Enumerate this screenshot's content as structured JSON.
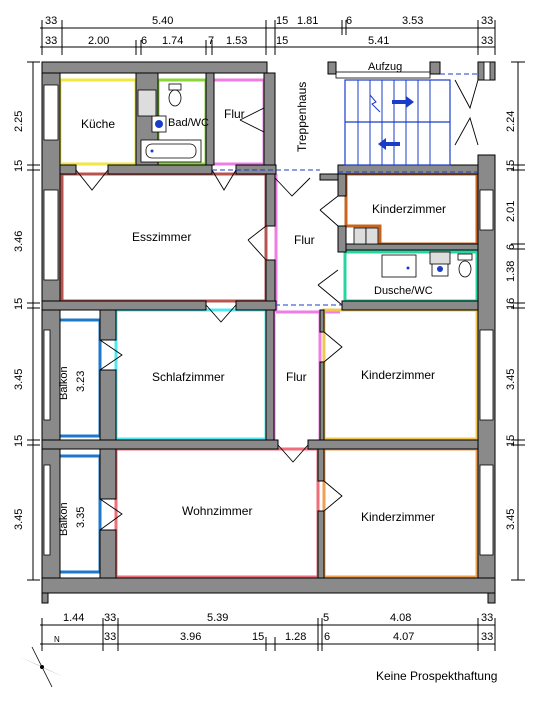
{
  "dimensions": {
    "top_row1": [
      "33",
      "5.40",
      "15",
      "1.81",
      "6",
      "3.53",
      "33"
    ],
    "top_row2": [
      "33",
      "2.00",
      "6",
      "1.74",
      "7",
      "1.53",
      "15",
      "5.41",
      "33"
    ],
    "left": [
      "2.25",
      "15",
      "3.46",
      "15",
      "3.45",
      "15",
      "3.45"
    ],
    "right": [
      "2.24",
      "15",
      "2.01",
      "6",
      "1.38",
      "16",
      "3.45",
      "15",
      "3.45"
    ],
    "bottom_row1": [
      "1.44",
      "33",
      "5.39",
      "5",
      "4.08",
      "33"
    ],
    "bottom_row2": [
      "33",
      "3.96",
      "15",
      "1.28",
      "6",
      "4.07",
      "33"
    ]
  },
  "rooms": {
    "kueche": "Küche",
    "bad_wc": "Bad/WC",
    "flur_top": "Flur",
    "treppenhaus": "Treppenhaus",
    "aufzug": "Aufzug",
    "esszimmer": "Esszimmer",
    "flur_mid": "Flur",
    "kinderzimmer_top": "Kinderzimmer",
    "dusche_wc": "Dusche/WC",
    "balkon1": "Balkon",
    "balkon1_size": "3.23",
    "schlafzimmer": "Schlafzimmer",
    "flur_low": "Flur",
    "kinderzimmer_mid": "Kinderzimmer",
    "balkon2": "Balkon",
    "balkon2_size": "3.35",
    "wohnzimmer": "Wohnzimmer",
    "kinderzimmer_bottom": "Kinderzimmer"
  },
  "compass_letter": "N",
  "footer_note": "Keine Prospekthaftung",
  "colors": {
    "kueche": "#f2e640",
    "bad": "#8ad63a",
    "flur": "#f07ce6",
    "esszimmer": "#b85450",
    "kinder_top": "#c8641e",
    "dusche": "#28d4a0",
    "balkon": "#1e78c8",
    "schlaf": "#50e8f0",
    "kinder_mid": "#f0c850",
    "wohn": "#f06e78",
    "kinder_bottom": "#f0a050",
    "stair": "#1a3cc8"
  }
}
